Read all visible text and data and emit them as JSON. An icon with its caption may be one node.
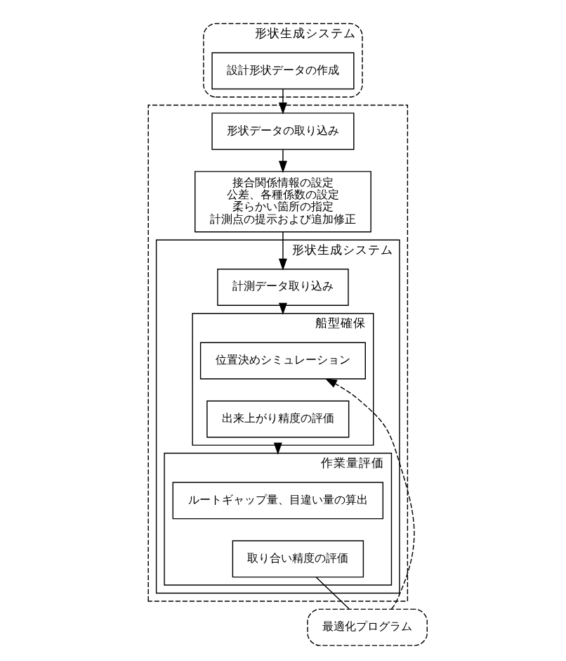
{
  "diagram": {
    "nodes": [
      {
        "text": [
          "形状生成システム"
        ]
      },
      {
        "text": [
          "設計形状データの作成"
        ],
        "in": 0
      },
      {
        "text": [],
        "shape": "box"
      },
      {
        "text": [
          "形状データの取り込み"
        ],
        "in": 2
      },
      {
        "text": [
          "接合関係情報の設定",
          "公差、各種係数の設定",
          "柔らかい箇所の指定",
          "計測点の提示および追加修正"
        ],
        "in": 2
      },
      {
        "text": [
          "形状生成システム"
        ],
        "in": 2
      },
      {
        "text": [
          "計測データ取り込み"
        ],
        "in": 5
      },
      {
        "text": [
          "船型確保"
        ],
        "in": 5
      },
      {
        "text": [
          "位置決めシミュレーション"
        ],
        "in": 7
      },
      {
        "text": [
          "出来上がり精度の評価"
        ],
        "in": 7
      },
      {
        "text": [
          "作業量評価"
        ],
        "in": 5
      },
      {
        "text": [
          "ルートギャップ量、目違い量の算出"
        ],
        "in": 10
      },
      {
        "text": [
          "取り合い精度の評価"
        ],
        "in": 10
      },
      {
        "text": [
          "最適化プログラム"
        ]
      }
    ],
    "edges": [
      {
        "from": 1,
        "to": 3,
        "arrow": "to"
      },
      {
        "from": 3,
        "to": 4,
        "arrow": "to"
      },
      {
        "from": 4,
        "to": 6,
        "arrow": "to"
      },
      {
        "from": 6,
        "to": 7,
        "arrow": "to"
      },
      {
        "from": 7,
        "to": 10,
        "arrow": "to"
      },
      {
        "from": 13,
        "to": 8,
        "arrow": "to",
        "style": "dashed"
      },
      {
        "from": 12,
        "to": 13,
        "arrow": "none"
      }
    ]
  }
}
